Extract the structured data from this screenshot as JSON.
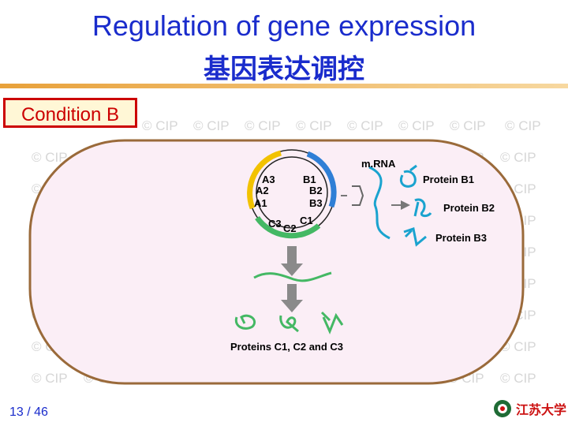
{
  "title_en": "Regulation of gene expression",
  "title_zh": "基因表达调控",
  "condition_label": "Condition B",
  "watermark_text": "© CIP",
  "gene_labels": {
    "a3": "A3",
    "a2": "A2",
    "a1": "A1",
    "b1": "B1",
    "b2": "B2",
    "b3": "B3",
    "c3": "C3",
    "c2": "C2",
    "c1": "C1"
  },
  "mrna_label": "m.RNA",
  "protein_b1": "Protein B1",
  "protein_b2": "Protein B2",
  "protein_b3": "Protein B3",
  "proteins_c_label": "Proteins C1, C2 and C3",
  "page_number": "13 / 46",
  "logo_text": "江苏大学",
  "colors": {
    "title": "#1a2ccc",
    "condition_border": "#cc0000",
    "cell_fill": "#fbeef6",
    "cell_border": "#9a6a3a",
    "segment_a": "#f2c200",
    "segment_b": "#2f7fd6",
    "segment_c": "#44b864",
    "molecule": "#1aa3cf",
    "arrow": "#8a8a8a"
  }
}
